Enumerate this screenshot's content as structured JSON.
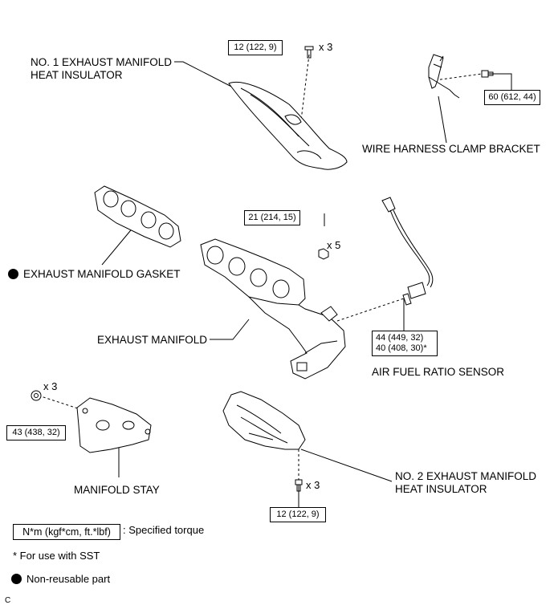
{
  "parts": {
    "heat_insulator_1": {
      "line1": "NO. 1 EXHAUST MANIFOLD",
      "line2": "HEAT INSULATOR"
    },
    "wire_bracket": "WIRE HARNESS CLAMP BRACKET",
    "gasket": "EXHAUST MANIFOLD GASKET",
    "manifold": "EXHAUST MANIFOLD",
    "af_sensor": "AIR FUEL RATIO SENSOR",
    "stay": "MANIFOLD STAY",
    "heat_insulator_2": {
      "line1": "NO. 2 EXHAUST MANIFOLD",
      "line2": "HEAT INSULATOR"
    }
  },
  "torques": {
    "insulator1_bolt": "12 (122, 9)",
    "bracket_bolt": "60 (612, 44)",
    "manifold_nut": "21 (214, 15)",
    "sensor_line1": "44 (449, 32)",
    "sensor_line2": "40 (408, 30)*",
    "stay_nut": "43 (438, 32)",
    "insulator2_bolt": "12 (122, 9)"
  },
  "quantities": {
    "insulator1_bolts": "x 3",
    "manifold_nuts": "x 5",
    "stay_nuts": "x 3",
    "insulator2_bolts": "x 3"
  },
  "legend": {
    "torque_box": "N*m (kgf*cm, ft.*lbf)",
    "torque_desc": ": Specified torque",
    "sst_note": "* For use with SST",
    "nonreusable": "Non-reusable part"
  },
  "figure_code": "C"
}
